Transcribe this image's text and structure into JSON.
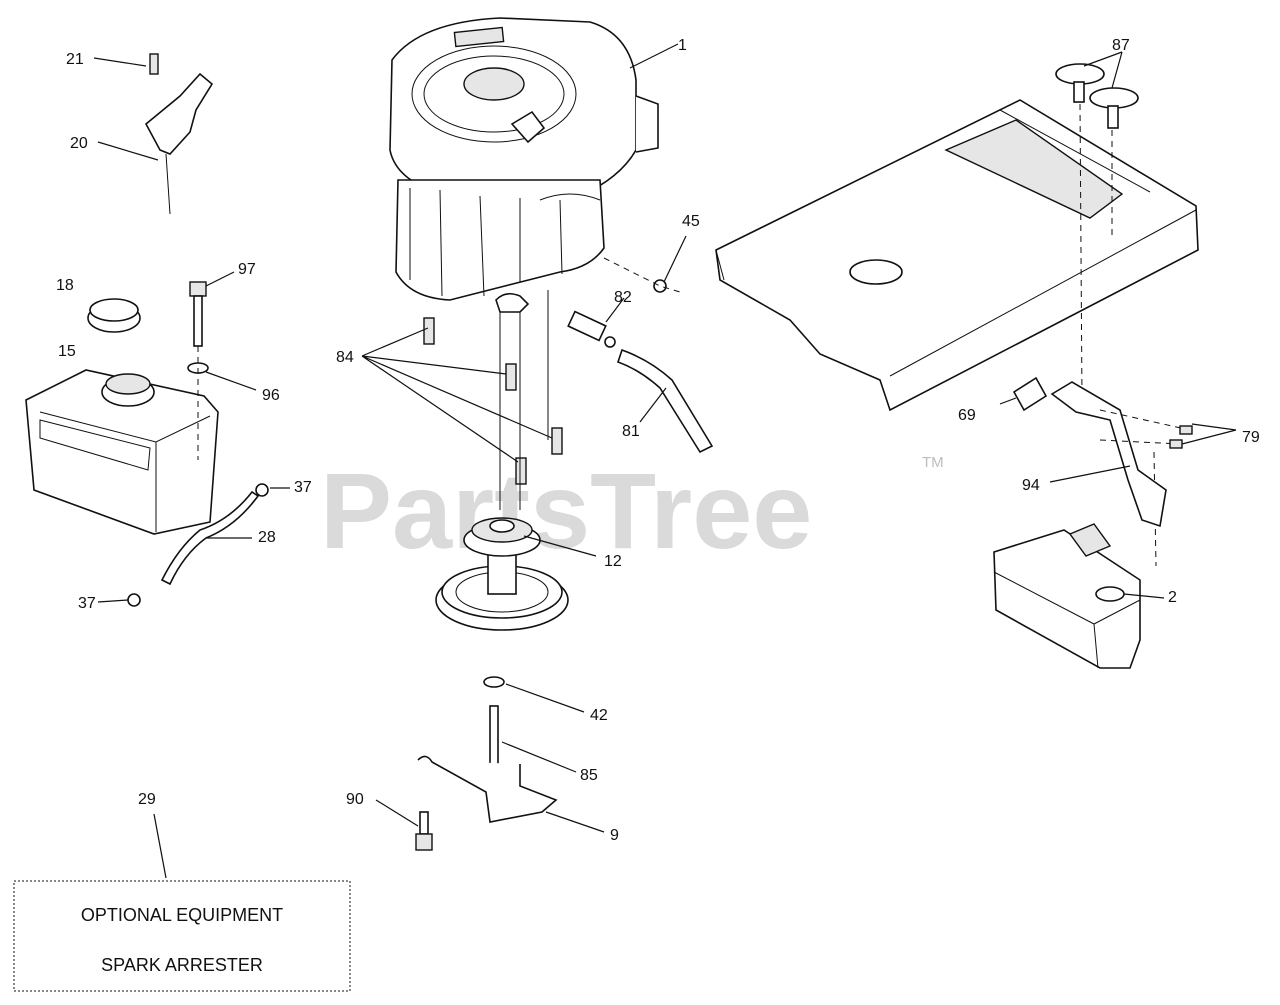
{
  "watermark": {
    "text": "PartsTree",
    "trademark": "TM"
  },
  "callouts": [
    {
      "id": "c1",
      "label": "1"
    },
    {
      "id": "c2",
      "label": "2"
    },
    {
      "id": "c9",
      "label": "9"
    },
    {
      "id": "c12",
      "label": "12"
    },
    {
      "id": "c15",
      "label": "15"
    },
    {
      "id": "c18",
      "label": "18"
    },
    {
      "id": "c20",
      "label": "20"
    },
    {
      "id": "c21",
      "label": "21"
    },
    {
      "id": "c28",
      "label": "28"
    },
    {
      "id": "c29",
      "label": "29"
    },
    {
      "id": "c37a",
      "label": "37"
    },
    {
      "id": "c37b",
      "label": "37"
    },
    {
      "id": "c42",
      "label": "42"
    },
    {
      "id": "c45",
      "label": "45"
    },
    {
      "id": "c69",
      "label": "69"
    },
    {
      "id": "c79",
      "label": "79"
    },
    {
      "id": "c81",
      "label": "81"
    },
    {
      "id": "c82",
      "label": "82"
    },
    {
      "id": "c84",
      "label": "84"
    },
    {
      "id": "c85",
      "label": "85"
    },
    {
      "id": "c87",
      "label": "87"
    },
    {
      "id": "c90",
      "label": "90"
    },
    {
      "id": "c94",
      "label": "94"
    },
    {
      "id": "c96",
      "label": "96"
    },
    {
      "id": "c97",
      "label": "97"
    }
  ],
  "optional_box": {
    "line1": "OPTIONAL EQUIPMENT",
    "line2": "SPARK ARRESTER"
  }
}
